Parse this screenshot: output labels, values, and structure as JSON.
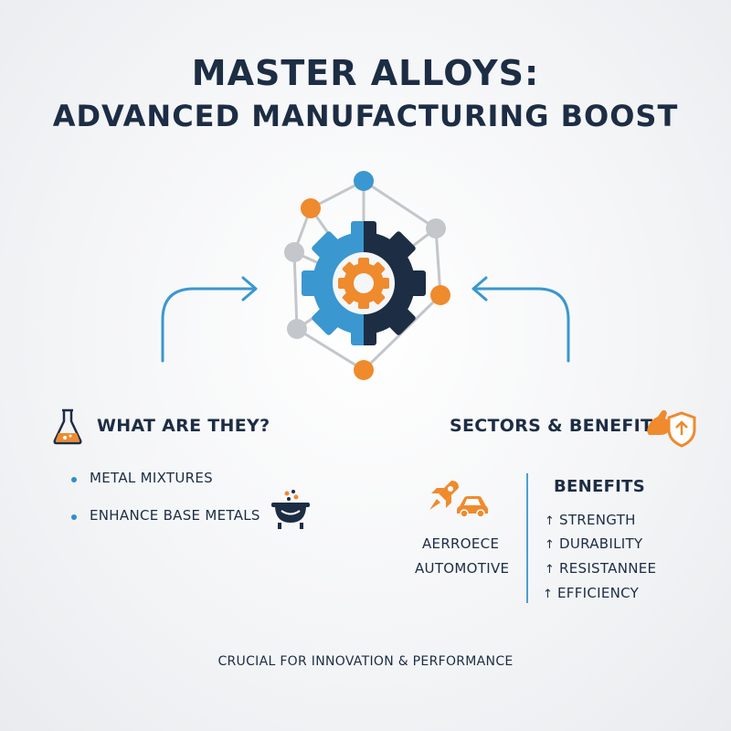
{
  "title": {
    "line1": "MASTER ALLOYS:",
    "line2": "ADVANCED MANUFACTURING BOOST"
  },
  "left_section": {
    "heading": "WHAT ARE THEY?",
    "icon": "flask-icon",
    "bullets": [
      "METAL MIXTURES",
      "ENHANCE BASE METALS"
    ],
    "bullet_icon": "cauldron-icon"
  },
  "right_section": {
    "heading": "SECTORS & BENEFITS",
    "icon": "flexed-arm-shield-icon",
    "sectors": [
      "AERROECE",
      "AUTOMOTIVE"
    ],
    "sector_icons": [
      "rocket-icon",
      "car-icon"
    ],
    "benefits_heading": "BENEFITS",
    "benefits": [
      "STRENGTH",
      "DURABILITY",
      "RESISTANNEE",
      "EFFICIENCY"
    ]
  },
  "footer": "CRUCIAL FOR INNOVATION & PERFORMANCE",
  "hero_icon": "gear-network-icon",
  "colors": {
    "navy": "#1c2d44",
    "blue": "#3a97d0",
    "orange": "#ef8a2d",
    "gray": "#c3c6ca"
  }
}
